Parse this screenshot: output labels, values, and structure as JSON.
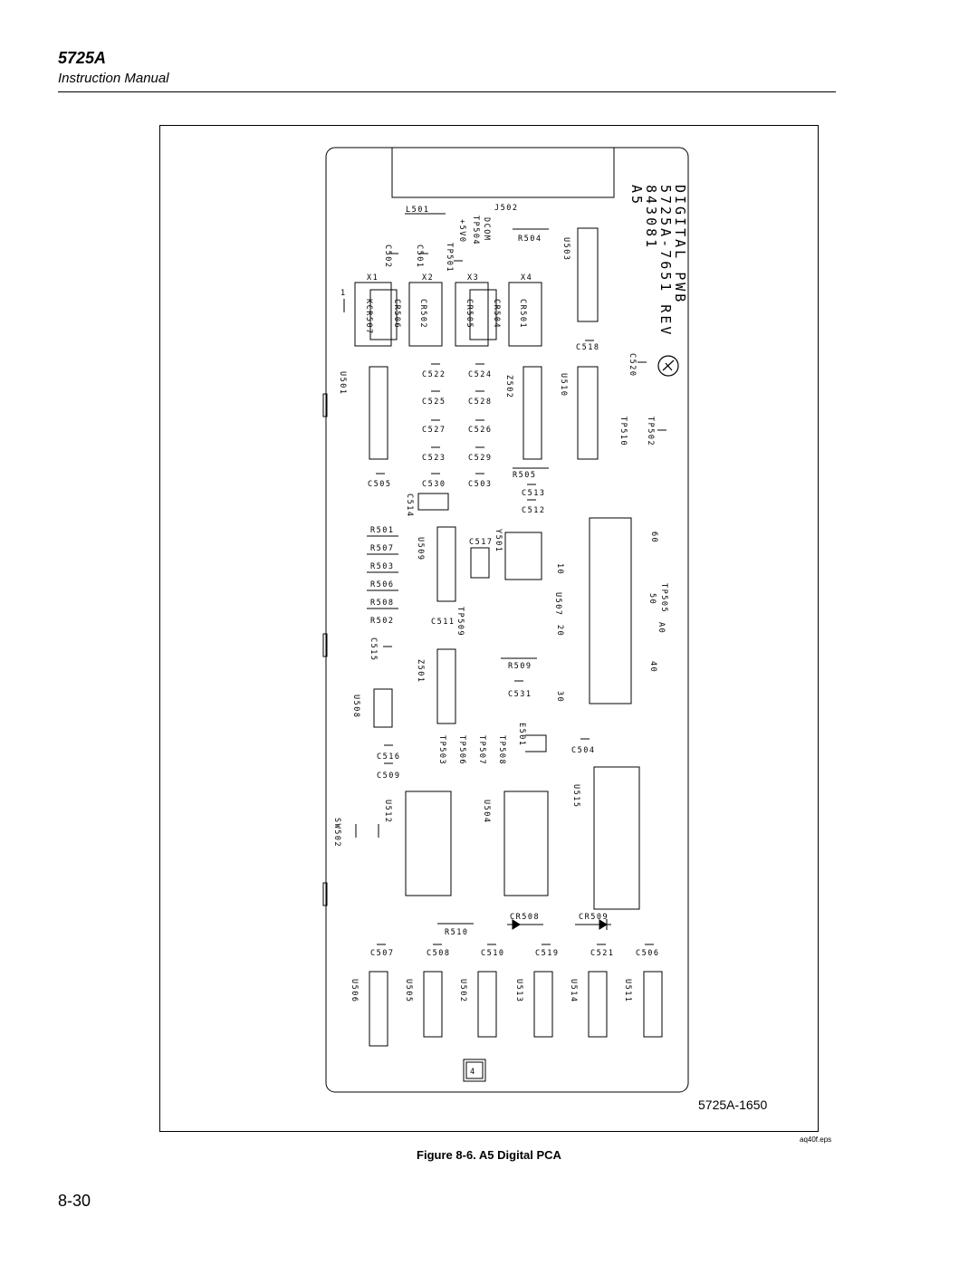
{
  "header": {
    "model": "5725A",
    "subtitle": "Instruction Manual"
  },
  "board": {
    "title_lines": [
      "DIGITAL PWB",
      "5725A-7651 REV",
      "843081",
      "A5"
    ],
    "labels": [
      "J502",
      "L501",
      "R504",
      "U503",
      "C502",
      "C501",
      "TP501",
      "+5V0",
      "TP504",
      "DCOM",
      "X1",
      "X2",
      "X3",
      "X4",
      "1",
      "KCR507",
      "CR506",
      "CR502",
      "CR505",
      "CR504",
      "CR501",
      "C518",
      "C520",
      "U501",
      "C522",
      "C524",
      "Z502",
      "U510",
      "C525",
      "C528",
      "C527",
      "C526",
      "TP510",
      "TP502",
      "C523",
      "C529",
      "R505",
      "C505",
      "C530",
      "C503",
      "C513",
      "C514",
      "C512",
      "R501",
      "U509",
      "C517",
      "Y501",
      "60",
      "R507",
      "R503",
      "10",
      "R506",
      "TP505",
      "50",
      "R508",
      "U507",
      "A0",
      "R502",
      "C511",
      "TP509",
      "20",
      "C515",
      "Z501",
      "R509",
      "40",
      "C531",
      "30",
      "U508",
      "E501",
      "TP503",
      "TP506",
      "TP507",
      "TP508",
      "C504",
      "C516",
      "C509",
      "U512",
      "U504",
      "U515",
      "SW502",
      "CR508",
      "CR509",
      "R510",
      "C507",
      "C508",
      "C510",
      "C519",
      "C521",
      "C506",
      "U506",
      "U505",
      "U502",
      "U513",
      "U514",
      "U511",
      "4"
    ]
  },
  "figure": {
    "number": "5725A-1650",
    "eps": "aq40f.eps",
    "caption": "Figure 8-6. A5 Digital PCA"
  },
  "page_number": "8-30"
}
